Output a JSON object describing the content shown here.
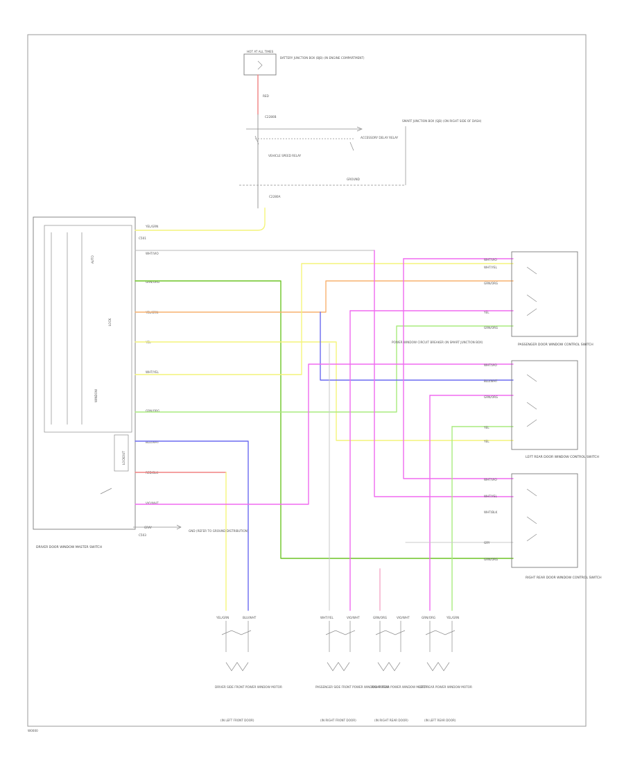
{
  "diagram": {
    "id_code": "W0000",
    "colors": {
      "yellow": "#f4f47a",
      "green": "#6cc425",
      "light_green": "#a9eb7e",
      "orange": "#f7b06e",
      "blue": "#6a6af0",
      "magenta": "#f06af0",
      "red": "#f08080",
      "pink": "#f5a8c8",
      "gray": "#9a9a9a"
    },
    "top": {
      "fuse_box": "HOT AT ALL TIMES",
      "fuse_note": "BATTERY JUNCTION BOX (BJB) (IN ENGINE COMPARTMENT)",
      "fuse_wire": "RED",
      "splice": "C2280B",
      "relay_note": "SMART JUNCTION BOX (SJB) (ON RIGHT SIDE OF DASH)",
      "relay_label": "ACCESSORY DELAY RELAY",
      "relay_ground": "GROUND",
      "contact_label": "VEHICLE SPEED RELAY",
      "lower_splice": "C2280A"
    },
    "master_switch": {
      "name": "DRIVER DOOR WINDOW MASTER SWITCH",
      "pins": [
        "YEL/GRN",
        "WHT/VIO",
        "GRN/ORG",
        "YEL/GRN",
        "YEL",
        "WHT/YEL",
        "GRN/ORG",
        "BLU/WHT",
        "RED/BLK",
        "VIO/WHT"
      ],
      "connector": "C501",
      "bottom_pin": "GRAY",
      "bottom_connector": "C503",
      "ground_note": "GND (REFER TO GROUND DISTRIBUTION)",
      "inner_labels": [
        "AUTO",
        "LOCK",
        "WINDOW",
        "LOCKOUT"
      ]
    },
    "passenger_switch": {
      "name": "PASSENGER DOOR WINDOW CONTROL SWITCH",
      "pins": [
        "WHT/VIO",
        "WHT/YEL",
        "GRN/ORG",
        "YEL",
        "GRN/ORG"
      ]
    },
    "left_rear_switch": {
      "name": "LEFT REAR DOOR WINDOW CONTROL SWITCH",
      "pins": [
        "WHT/VIO",
        "BLU/WHT",
        "GRN/ORG",
        "YEL",
        "YEL"
      ]
    },
    "right_rear_switch": {
      "name": "RIGHT REAR DOOR WINDOW CONTROL SWITCH",
      "pins": [
        "WHT/VIO",
        "WHT/YEL",
        "WHT/BLK",
        "GRY",
        "GRN/ORG"
      ]
    },
    "middle_note": "POWER WINDOW CIRCUIT BREAKER (IN SMART JUNCTION BOX)",
    "motors": [
      {
        "name": "DRIVER SIDE FRONT POWER WINDOW MOTOR",
        "note": "(IN LEFT FRONT DOOR)",
        "wires": [
          "YEL/GRN",
          "BLU/WHT"
        ]
      },
      {
        "name": "PASSENGER SIDE FRONT POWER WINDOW MOTOR",
        "note": "(IN RIGHT FRONT DOOR)",
        "wires": [
          "WHT/YEL",
          "VIO/WHT"
        ]
      },
      {
        "name": "RIGHT REAR POWER WINDOW MOTOR",
        "note": "(IN RIGHT REAR DOOR)",
        "wires": [
          "GRN/ORG",
          "VIO/WHT"
        ]
      },
      {
        "name": "LEFT REAR POWER WINDOW MOTOR",
        "note": "(IN LEFT REAR DOOR)",
        "wires": [
          "GRN/ORG",
          "YEL/GRN"
        ]
      }
    ]
  }
}
